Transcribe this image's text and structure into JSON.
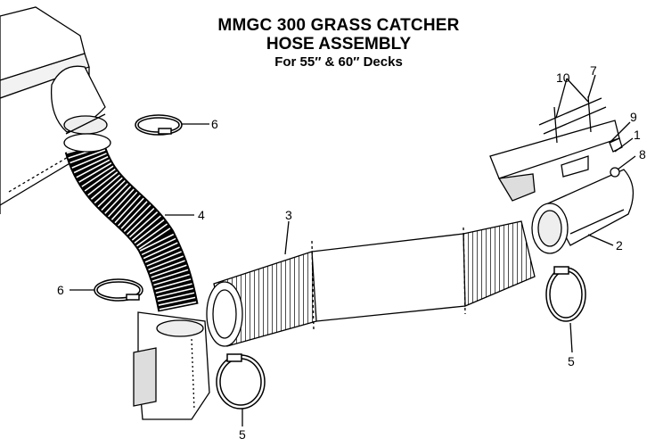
{
  "title": {
    "line1": "MMGC 300 GRASS CATCHER",
    "line2": "HOSE ASSEMBLY",
    "line3": "For 55″ & 60″ Decks"
  },
  "callouts": {
    "c1": "1",
    "c2": "2",
    "c3": "3",
    "c4": "4",
    "c5a": "5",
    "c5b": "5",
    "c6a": "6",
    "c6b": "6",
    "c7": "7",
    "c8": "8",
    "c9": "9",
    "c10": "10"
  }
}
